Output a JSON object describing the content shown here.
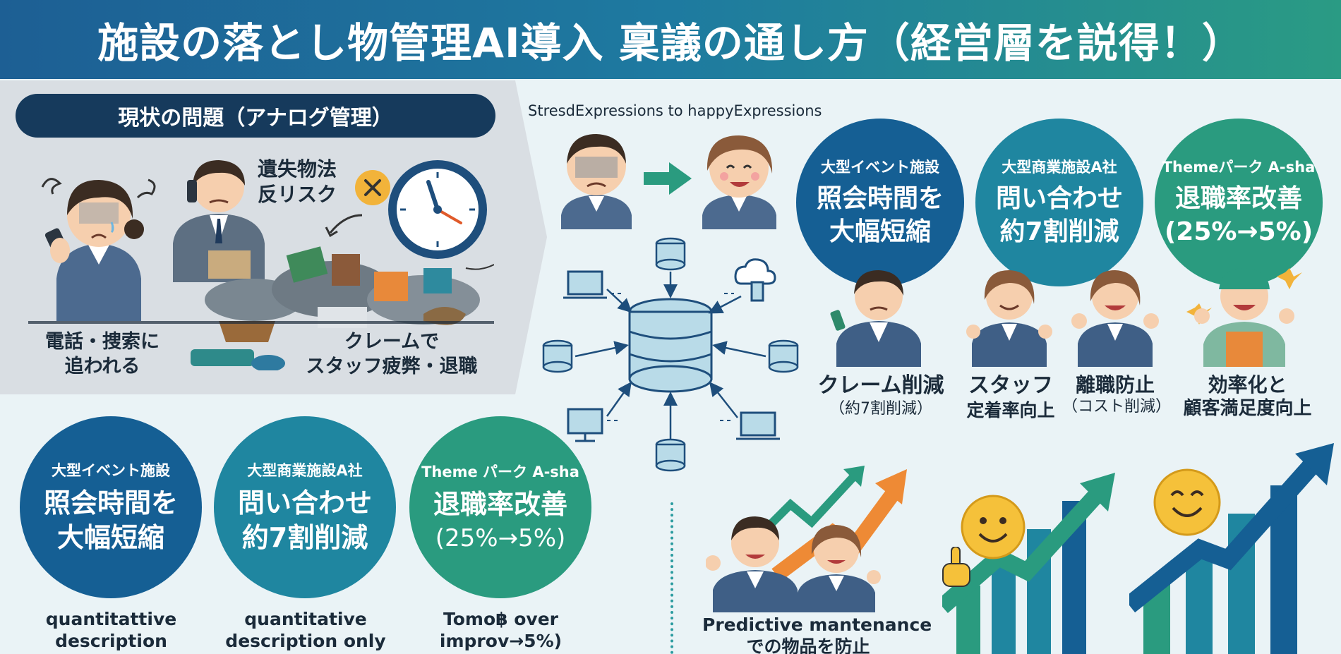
{
  "header": {
    "title": "施設の落とし物管理AI導入 稟議の通し方（経営層を説得！）"
  },
  "problem": {
    "title": "現状の問題（アナログ管理）",
    "risk": [
      "遺失物法",
      "反リスク"
    ],
    "phone": [
      "電話・捜索に",
      "追われる"
    ],
    "claim": [
      "クレームで",
      "スタッフ疲弊・退職"
    ]
  },
  "transition_label": "StresdExpressions to happyExpressions",
  "top_circles": [
    {
      "top": "大型イベント施設",
      "main": [
        "照会時間を",
        "大幅短縮"
      ]
    },
    {
      "top": "大型商業施設A社",
      "main": [
        "問い合わせ",
        "約7割削減"
      ]
    },
    {
      "top": "Themeパーク A-sha",
      "main": [
        "退職率改善",
        "(25%→5%)"
      ]
    }
  ],
  "benefits": [
    {
      "line1": "クレーム削減",
      "line2": "（約7割削減）"
    },
    {
      "line1": "スタッフ",
      "line2": "定着率向上"
    },
    {
      "line1": "離職防止",
      "line2": "（コスト削減）"
    },
    {
      "line1": "効率化と",
      "line2": "顧客満足度向上"
    }
  ],
  "bottom_circles": [
    {
      "top": "大型イベント施設",
      "main": [
        "照会時間を",
        "大幅短縮"
      ],
      "caption": [
        "quantitattive",
        "description"
      ]
    },
    {
      "top": "大型商業施設A社",
      "main": [
        "問い合わせ",
        "約7割削減"
      ],
      "caption": [
        "quantitative",
        "description only"
      ]
    },
    {
      "top": "Theme パーク A-sha",
      "main": [
        "退職率改善",
        "(25%→5%)"
      ],
      "caption": [
        "Tomo฿ over",
        "improv→5%)"
      ]
    }
  ],
  "maintenance": [
    "Predictive mantenance",
    "での物品を防止"
  ],
  "colors": {
    "navy": "#163a5c",
    "blue": "#155f94",
    "teal": "#1f86a0",
    "green": "#2a9b7f",
    "orange": "#ee8a35"
  },
  "icons": [
    "clock-icon",
    "x-mark-icon",
    "database-icon",
    "laptop-icon",
    "cloud-device-icon",
    "monitor-icon",
    "arrow-right-icon",
    "smiley-icon",
    "growth-arrow-icon",
    "bar-chart-icon"
  ]
}
